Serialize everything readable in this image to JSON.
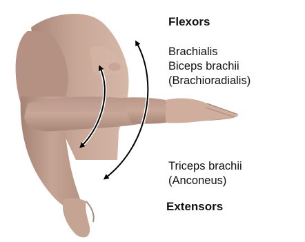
{
  "figure": {
    "flexors_heading": "Flexors",
    "flexor_muscles": [
      "Brachialis",
      "Biceps brachii",
      "(Brachioradialis)"
    ],
    "extensor_muscles": [
      "Triceps brachii",
      "(Anconeus)"
    ],
    "extensors_heading": "Extensors",
    "colors": {
      "skin": "#c8a696",
      "skin_shadow": "#a8877a",
      "skin_highlight": "#dcc0b0",
      "arrow": "#000000",
      "arrow_outline": "#ffffff",
      "text": "#111111"
    }
  }
}
